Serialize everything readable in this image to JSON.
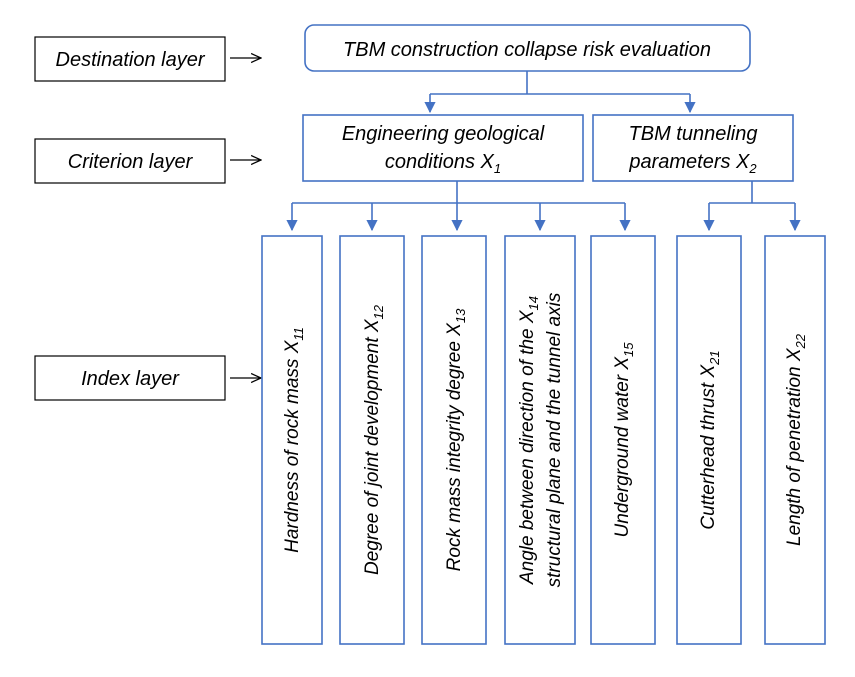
{
  "layers": {
    "destination": "Destination layer",
    "criterion": "Criterion layer",
    "index": "Index layer"
  },
  "goal": "TBM construction collapse risk evaluation",
  "criteria": [
    {
      "id": "x1",
      "line1": "Engineering geological",
      "line2": "conditions X",
      "sub": "1"
    },
    {
      "id": "x2",
      "line1": "TBM tunneling",
      "line2": "parameters X",
      "sub": "2"
    }
  ],
  "indices": [
    {
      "id": "x11",
      "line1": "Hardness of rock mass X",
      "sub": "11"
    },
    {
      "id": "x12",
      "line1": "Degree of joint development  X",
      "sub": "12"
    },
    {
      "id": "x13",
      "line1": "Rock mass integrity degree  X",
      "sub": "13"
    },
    {
      "id": "x14",
      "line1": "Angle between direction of the  X",
      "sub": "14",
      "line2": "structural plane and the tunnel axis"
    },
    {
      "id": "x15",
      "line1": "Underground water  X",
      "sub": "15"
    },
    {
      "id": "x21",
      "line1": "Cutterhead thrust  X",
      "sub": "21"
    },
    {
      "id": "x22",
      "line1": "Length of penetration  X",
      "sub": "22"
    }
  ],
  "colors": {
    "connector": "#4472c4",
    "layer_box_border": "#000000",
    "text": "#000000"
  }
}
